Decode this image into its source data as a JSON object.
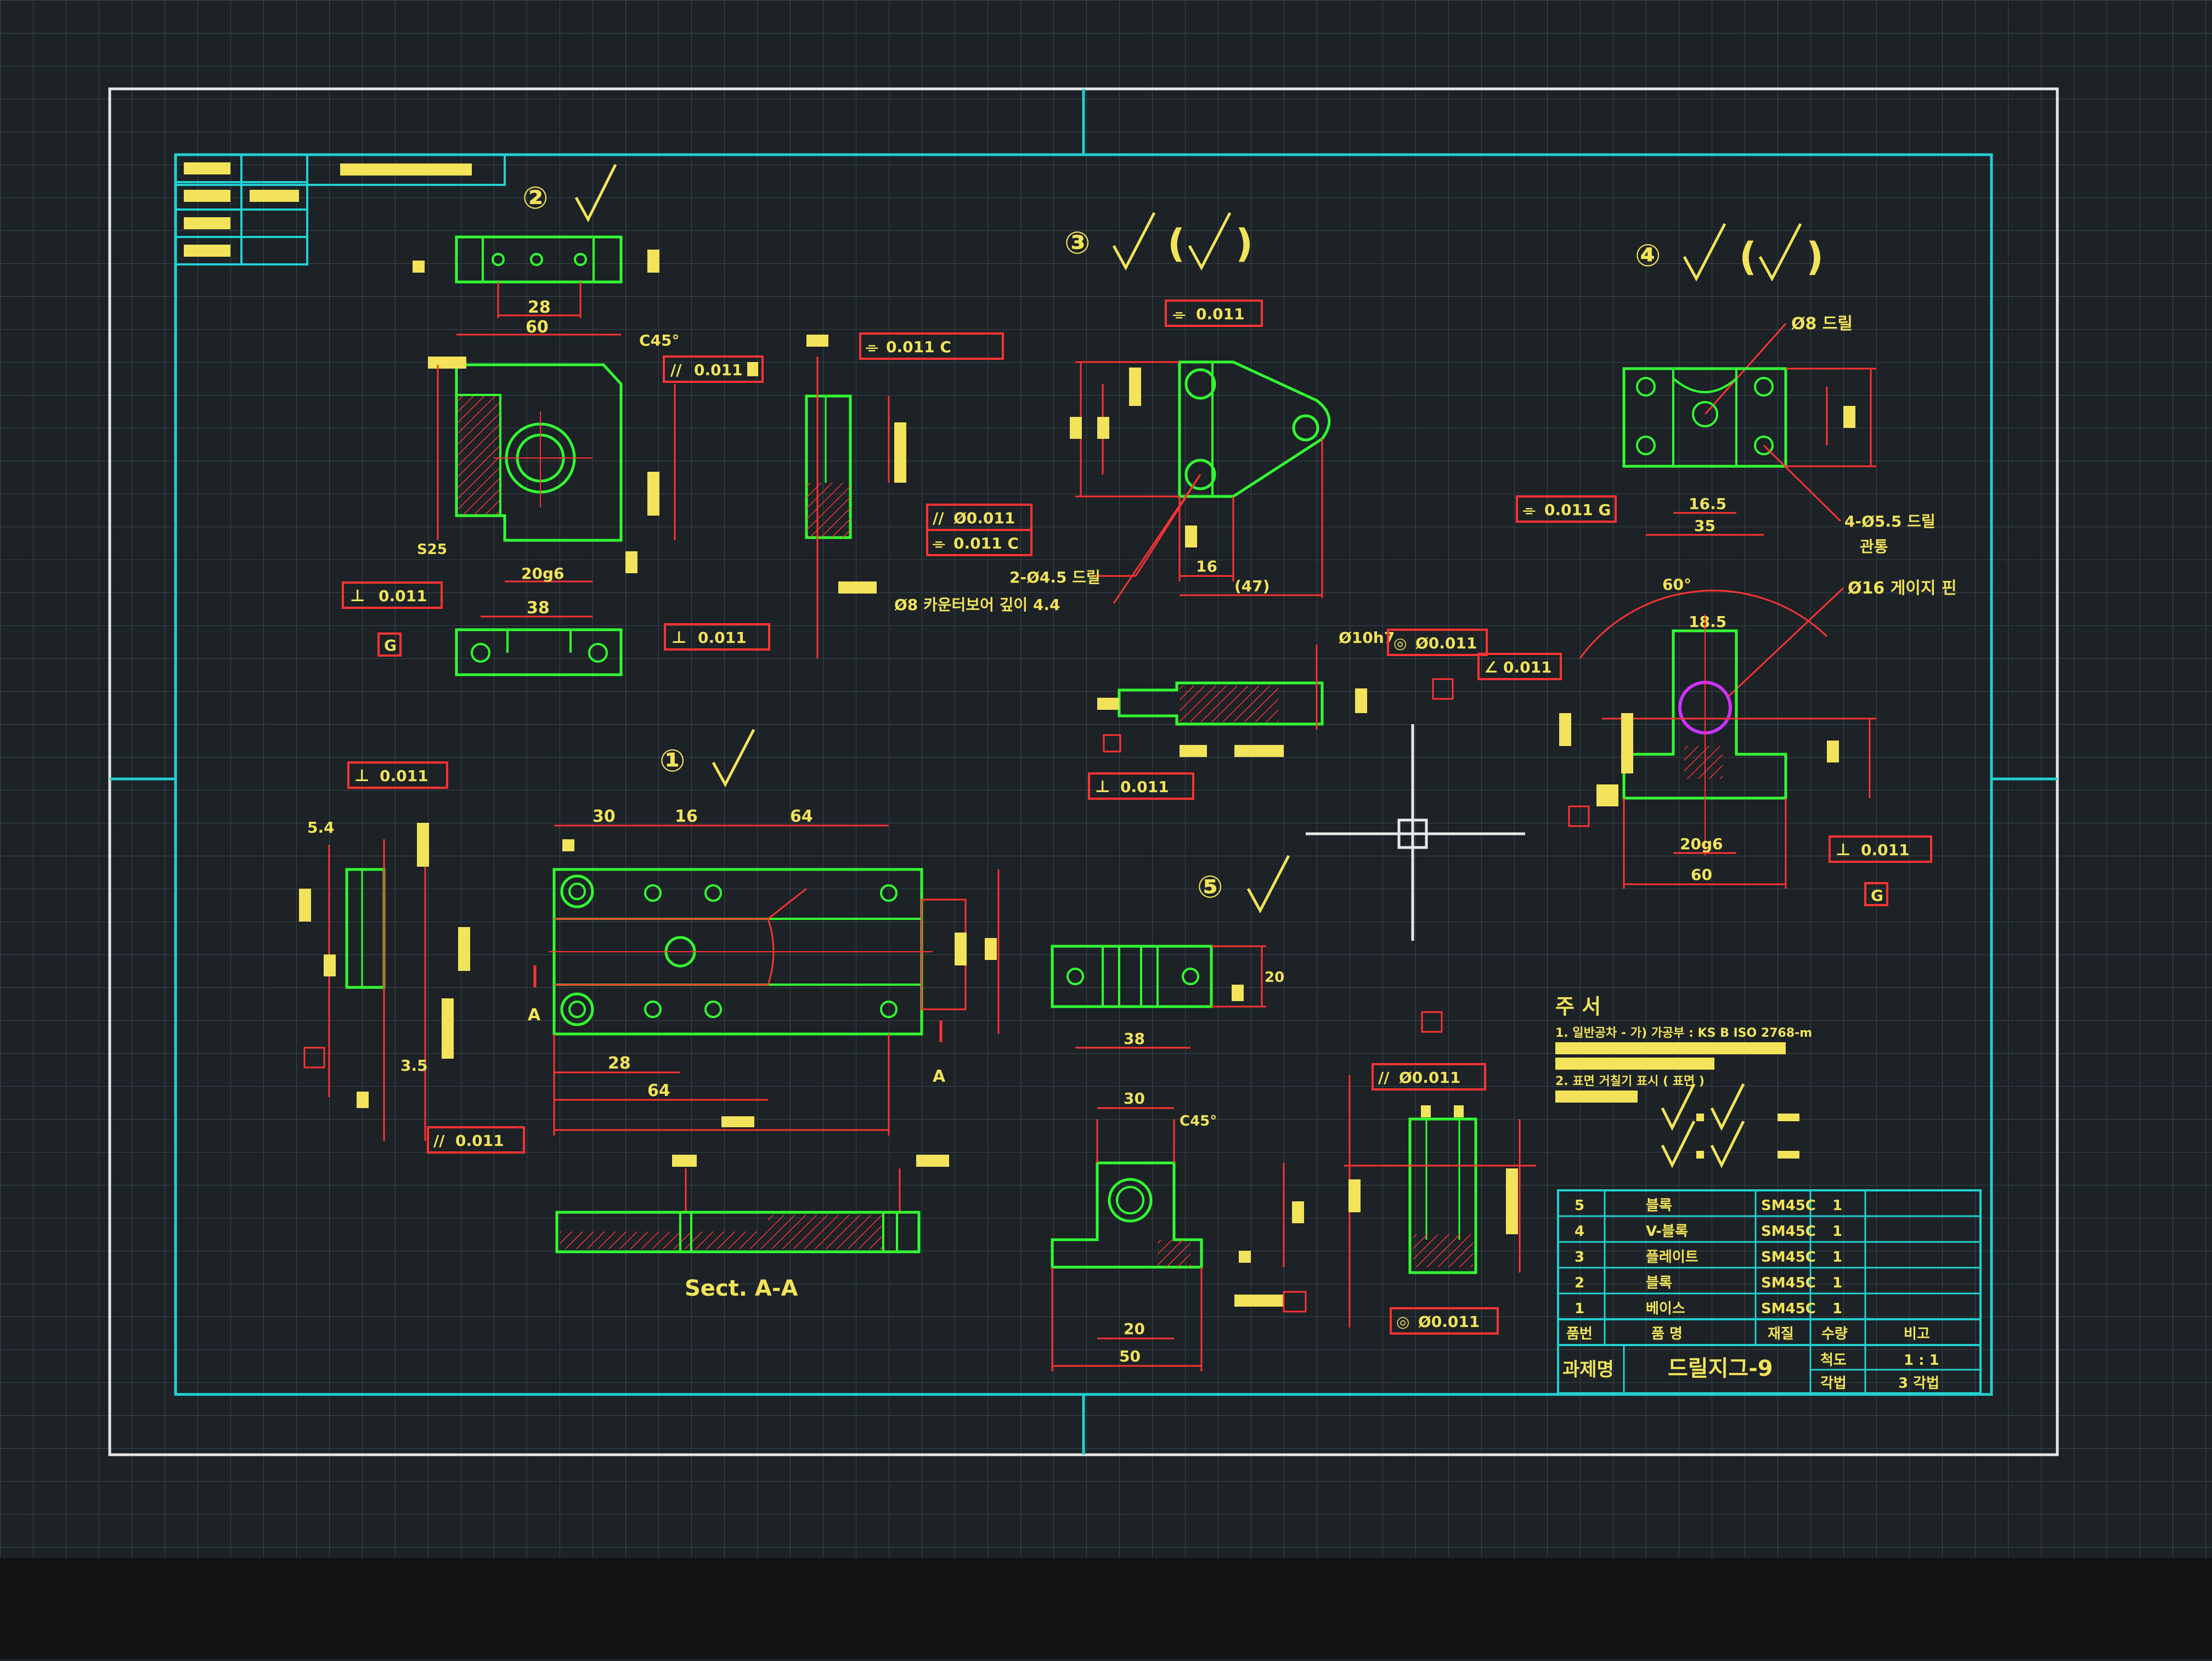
{
  "colors": {
    "background": "#1c2226",
    "grid": "#3a464d",
    "sheet": "#e6e6e6",
    "border": "#22d0d0",
    "outline": "#33ff33",
    "dimension": "#ff3333",
    "text": "#f2e35a",
    "crosshair": "#e8e8e8",
    "hole": "#cc33ff"
  },
  "views": {
    "view2": {
      "label": "②"
    },
    "view3": {
      "label": "③"
    },
    "view4": {
      "label": "④"
    },
    "view1": {
      "label": "①"
    },
    "view5": {
      "label": "⑤"
    },
    "section": {
      "label": "Sect. A-A"
    }
  },
  "dims": {
    "v2_d28": "28",
    "v2_d60": "60",
    "v2_c": "C45°",
    "v2_tol": "0.011",
    "v2_d38": "38",
    "v2_perp": "0.011",
    "v2_perp2": "0.011",
    "v2_g": "G",
    "v2_20": "20g6",
    "v2_s": "S25",
    "v3_tol1": "0.011",
    "v3_tol2": "0.011 C",
    "v3_16": "16",
    "v3_47": "(47)",
    "v3_drill": "2-Ø4.5 드릴",
    "v3_counter": "Ø8 카운터보어 깊이 4.4",
    "v3_tol3": "Ø0.011",
    "v3_tol4": "0.011 C",
    "v4_drill": "Ø8 드릴",
    "v4_tol": "0.011 G",
    "v4_16": "16.5",
    "v4_35": "35",
    "v4_holes": "4-Ø5.5 드릴",
    "v4_through": "관통",
    "v4_gauge": "Ø16 게이지 핀",
    "v4_60": "60°",
    "v4_18": "18.5",
    "v4_tol2": "0.011",
    "v4_20g6": "20g6",
    "v4_60b": "60",
    "v4_g": "G",
    "pin_d": "Ø10h7",
    "pin_tol1": "Ø0.011",
    "pin_tol2": "0.011",
    "pin_perp": "0.011",
    "v1_d30": "30",
    "v1_d16": "16",
    "v1_d64": "64",
    "v1_d28": "28",
    "v1_d64b": "64",
    "v1_a": "A",
    "v1_a2": "A",
    "v1_perp": "0.011",
    "v1_par": "0.011",
    "v1_54": "5.4",
    "v1_35": "3.5",
    "v5_d20": "20",
    "v5_d38": "38",
    "v5_d30": "30",
    "v5_c": "C45°",
    "v5_d50": "50",
    "v5_tol": "Ø0.011",
    "v5_tol2": "Ø0.011"
  },
  "notes": {
    "title": "주 서",
    "line1": "1. 일반공차 - 가) 가공부 : KS B ISO 2768-m",
    "line2": "2. 표면 거칠기 표시 ( 표면 )"
  },
  "parts_list": [
    {
      "no": "5",
      "name": "블록",
      "material": "SM45C",
      "qty": "1",
      "remark": ""
    },
    {
      "no": "4",
      "name": "V-블록",
      "material": "SM45C",
      "qty": "1",
      "remark": ""
    },
    {
      "no": "3",
      "name": "플레이트",
      "material": "SM45C",
      "qty": "1",
      "remark": ""
    },
    {
      "no": "2",
      "name": "블록",
      "material": "SM45C",
      "qty": "1",
      "remark": ""
    },
    {
      "no": "1",
      "name": "베이스",
      "material": "SM45C",
      "qty": "1",
      "remark": ""
    }
  ],
  "parts_header": {
    "no": "품번",
    "name": "품 명",
    "material": "재질",
    "qty": "수량",
    "remark": "비고"
  },
  "title_block": {
    "subject_label": "과제명",
    "subject": "드릴지그-9",
    "scale_label": "척도",
    "scale": "1 : 1",
    "projection_label": "각법",
    "projection": "3 각법"
  }
}
